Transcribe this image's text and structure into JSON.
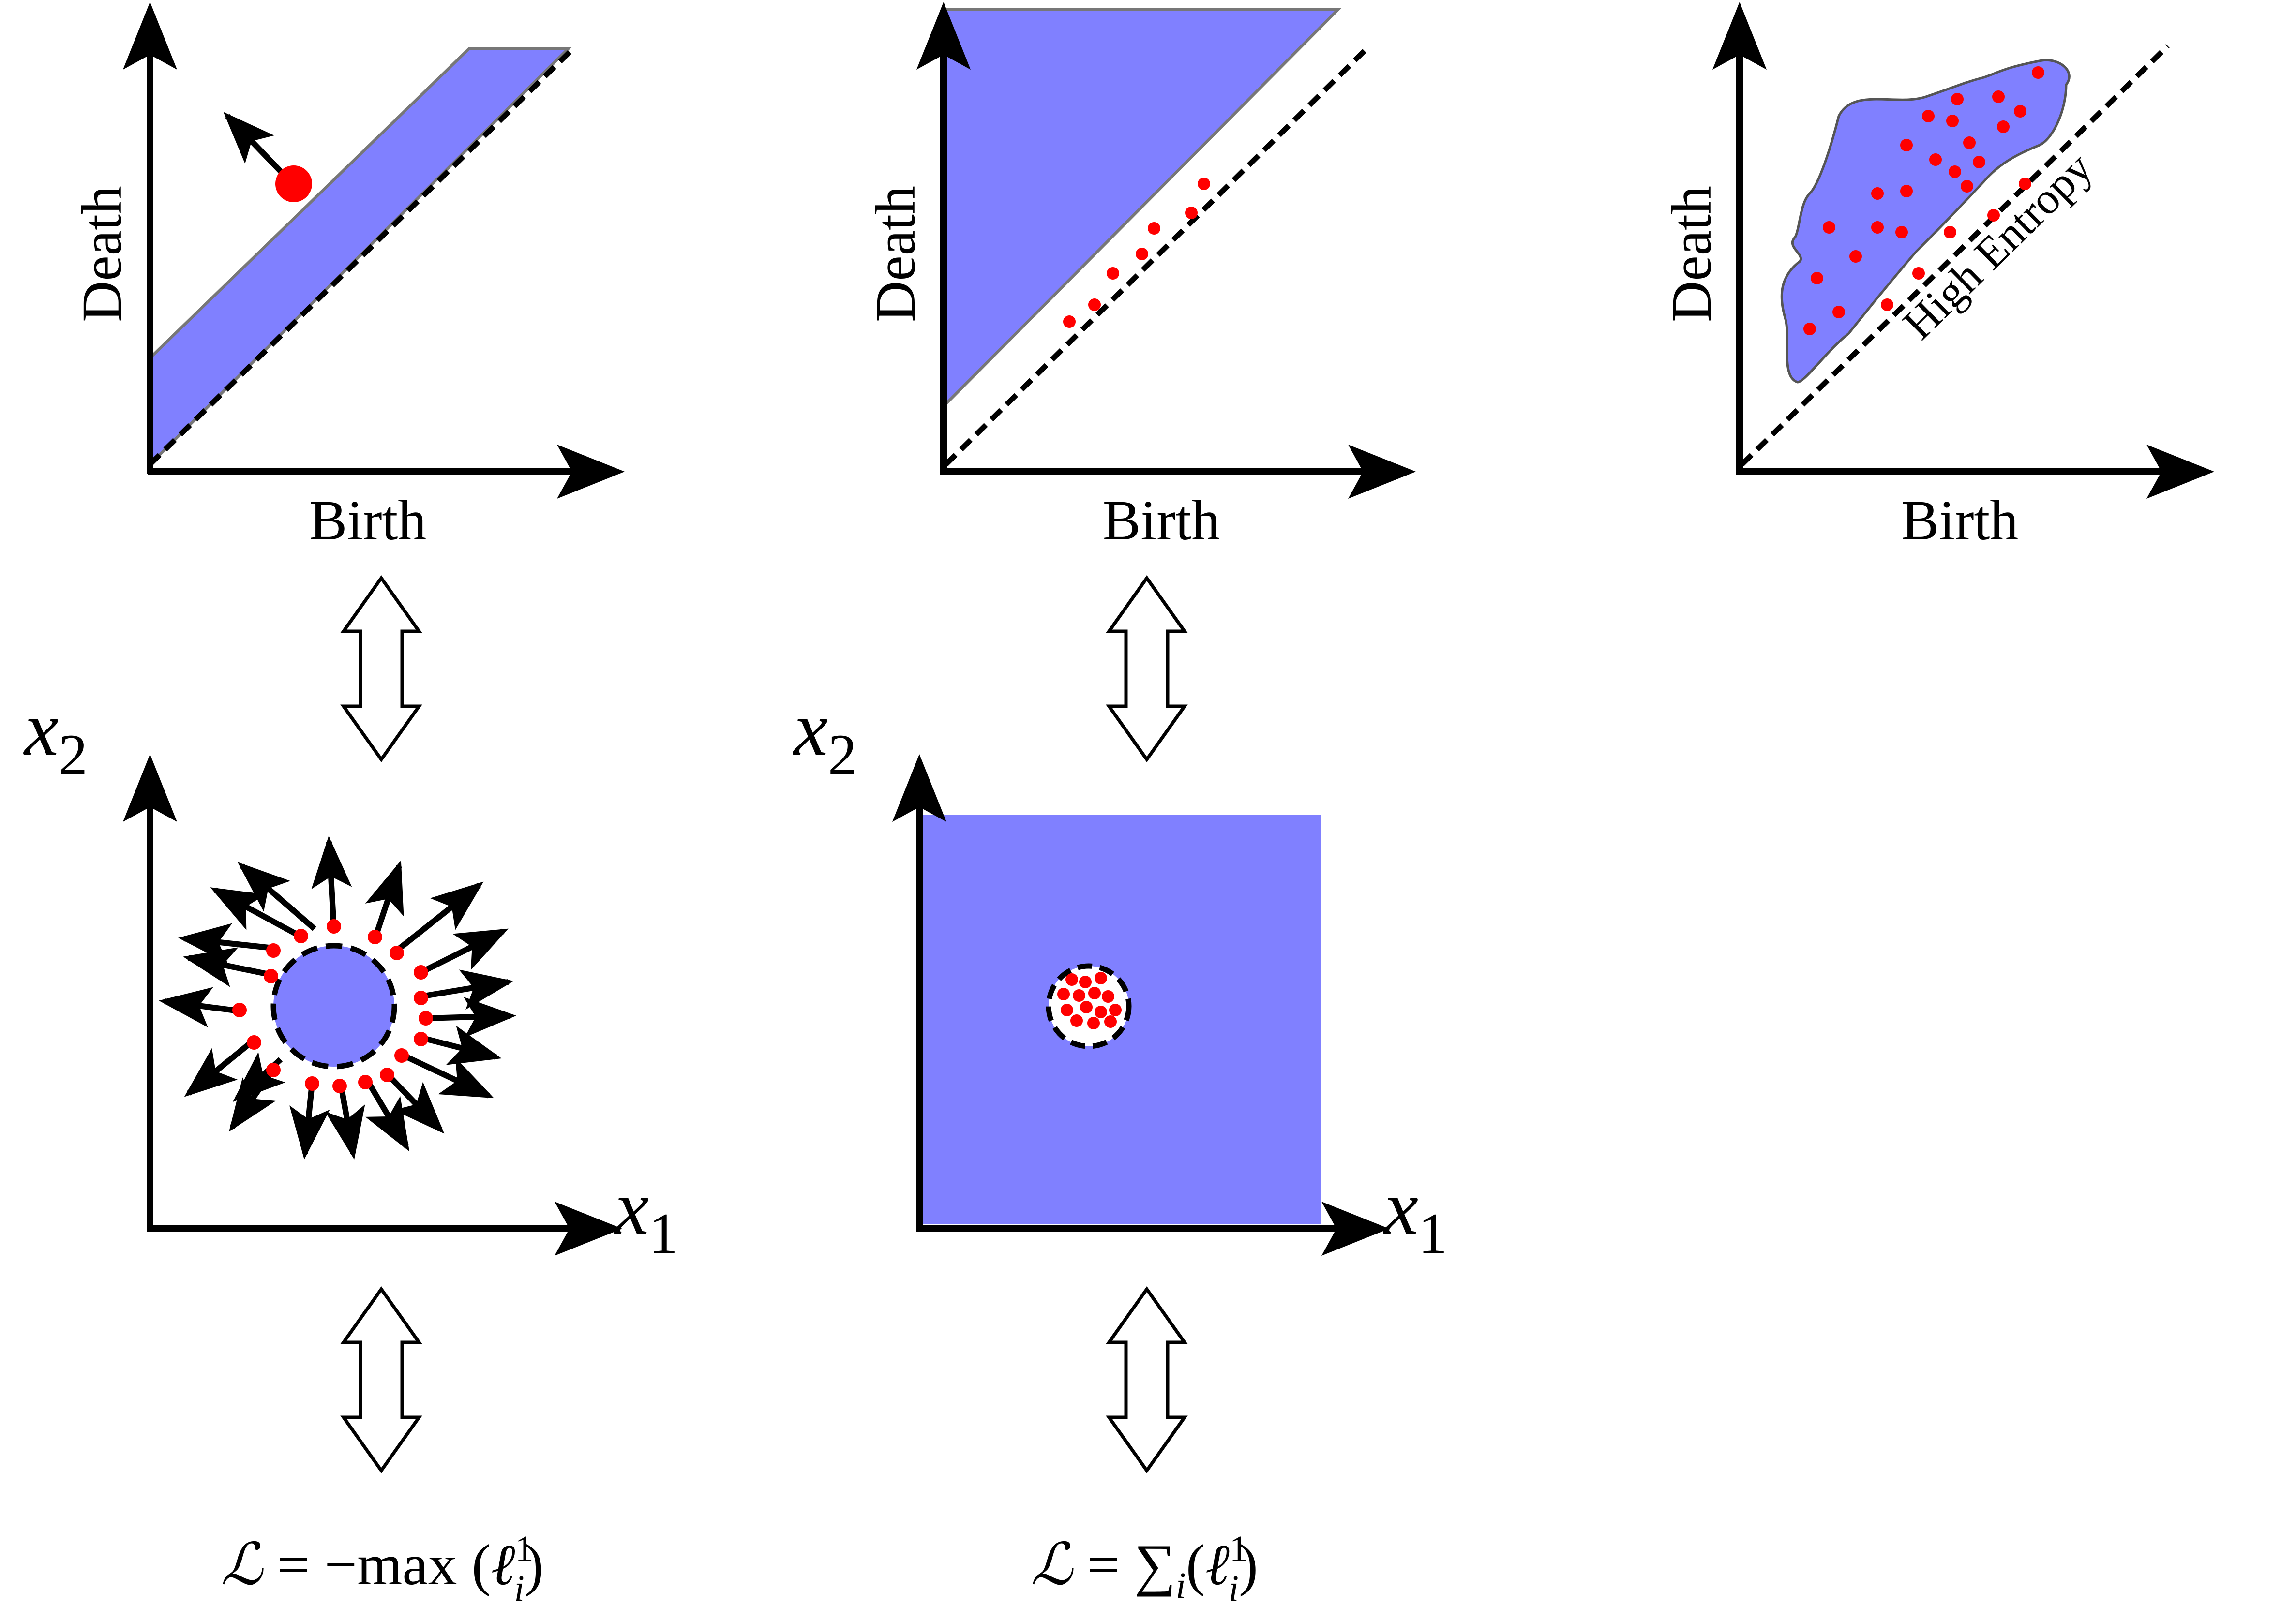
{
  "colors": {
    "region_fill": "#8080ff",
    "point": "#ff0000",
    "ink": "#000000",
    "background": "#ffffff"
  },
  "panels": {
    "pd_left": {
      "xlabel": "Birth",
      "ylabel": "Death"
    },
    "pd_middle": {
      "xlabel": "Birth",
      "ylabel": "Death"
    },
    "pd_right": {
      "xlabel": "Birth",
      "ylabel": "Death",
      "annotation": "High Entropy"
    },
    "space_left": {
      "xlabel_var": "x",
      "xlabel_sub": "1",
      "ylabel_var": "x",
      "ylabel_sub": "2"
    },
    "space_middle": {
      "xlabel_var": "x",
      "xlabel_sub": "1",
      "ylabel_var": "x",
      "ylabel_sub": "2"
    }
  },
  "formulas": {
    "left": {
      "L": "ℒ",
      "eq": " = −max",
      "lp": " (",
      "ell": "ℓ",
      "sup": "1",
      "idx": "i",
      "rp": ")"
    },
    "middle": {
      "L": "ℒ",
      "eq": " = ",
      "sum": "∑",
      "sum_idx": "i",
      "lp": "(",
      "ell": "ℓ",
      "sup": "1",
      "idx": "i",
      "rp": ")"
    }
  },
  "icons": {
    "equivalence": "double-headed-vertical-arrow-icon"
  }
}
